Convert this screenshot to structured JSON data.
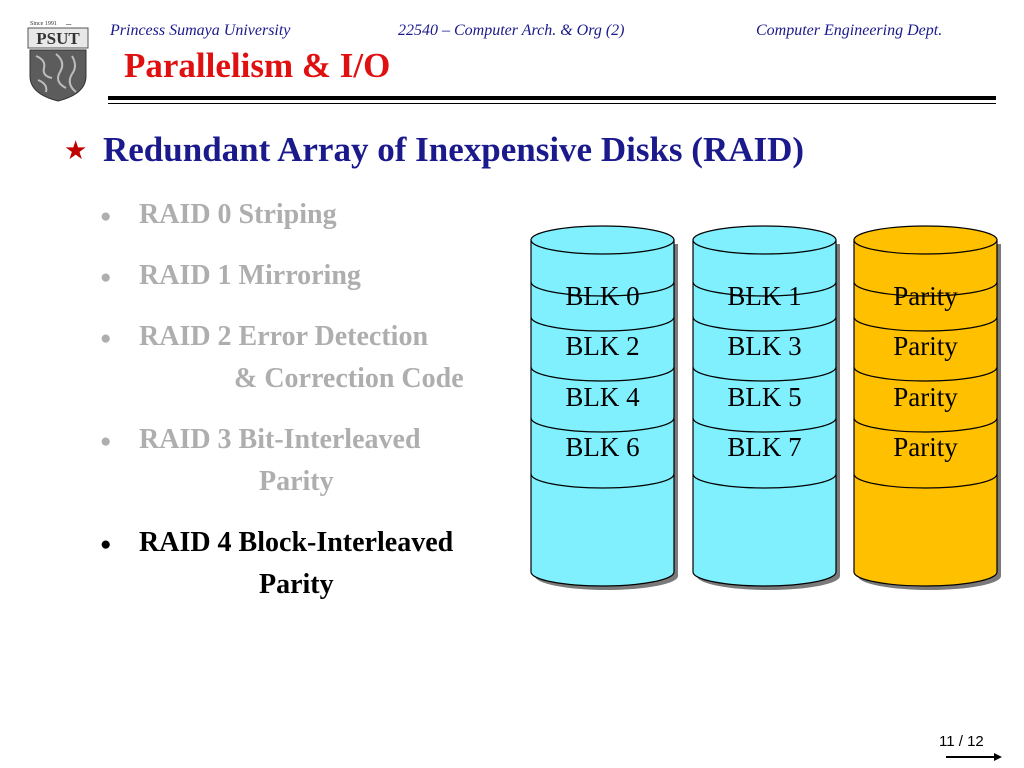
{
  "header": {
    "university": "Princess Sumaya University",
    "course": "22540 – Computer Arch. & Org (2)",
    "department": "Computer Engineering Dept.",
    "logo": {
      "since": "Since 1991",
      "acronym": "PSUT",
      "icon": "psut-crest-icon"
    }
  },
  "slide": {
    "title": "Parallelism & I/O",
    "heading": "Redundant Array of Inexpensive Disks (RAID)",
    "heading_icon": "star-bullet-icon",
    "items": [
      {
        "line1": "RAID 0 Striping",
        "line2": "",
        "state": "muted"
      },
      {
        "line1": "RAID 1 Mirroring",
        "line2": "",
        "state": "muted"
      },
      {
        "line1": "RAID 2 Error Detection",
        "line2": "& Correction Code",
        "state": "muted"
      },
      {
        "line1": "RAID 3 Bit-Interleaved",
        "line2": "Parity",
        "state": "muted"
      },
      {
        "line1": "RAID 4 Block-Interleaved",
        "line2": "Parity",
        "state": "active"
      }
    ]
  },
  "diagram": {
    "colors": {
      "data_disk": "#80f0ff",
      "parity_disk": "#ffc000",
      "outline": "#000000"
    },
    "disks": [
      {
        "kind": "data",
        "blocks": [
          "BLK 0",
          "BLK 2",
          "BLK 4",
          "BLK 6"
        ]
      },
      {
        "kind": "data",
        "blocks": [
          "BLK 1",
          "BLK 3",
          "BLK 5",
          "BLK 7"
        ]
      },
      {
        "kind": "parity",
        "blocks": [
          "Parity",
          "Parity",
          "Parity",
          "Parity"
        ]
      }
    ]
  },
  "footer": {
    "page": "11 / 12"
  },
  "colors": {
    "title": "#e01010",
    "header": "#1a1a8c",
    "muted_text": "#aeaeae",
    "star": "#c00000"
  }
}
